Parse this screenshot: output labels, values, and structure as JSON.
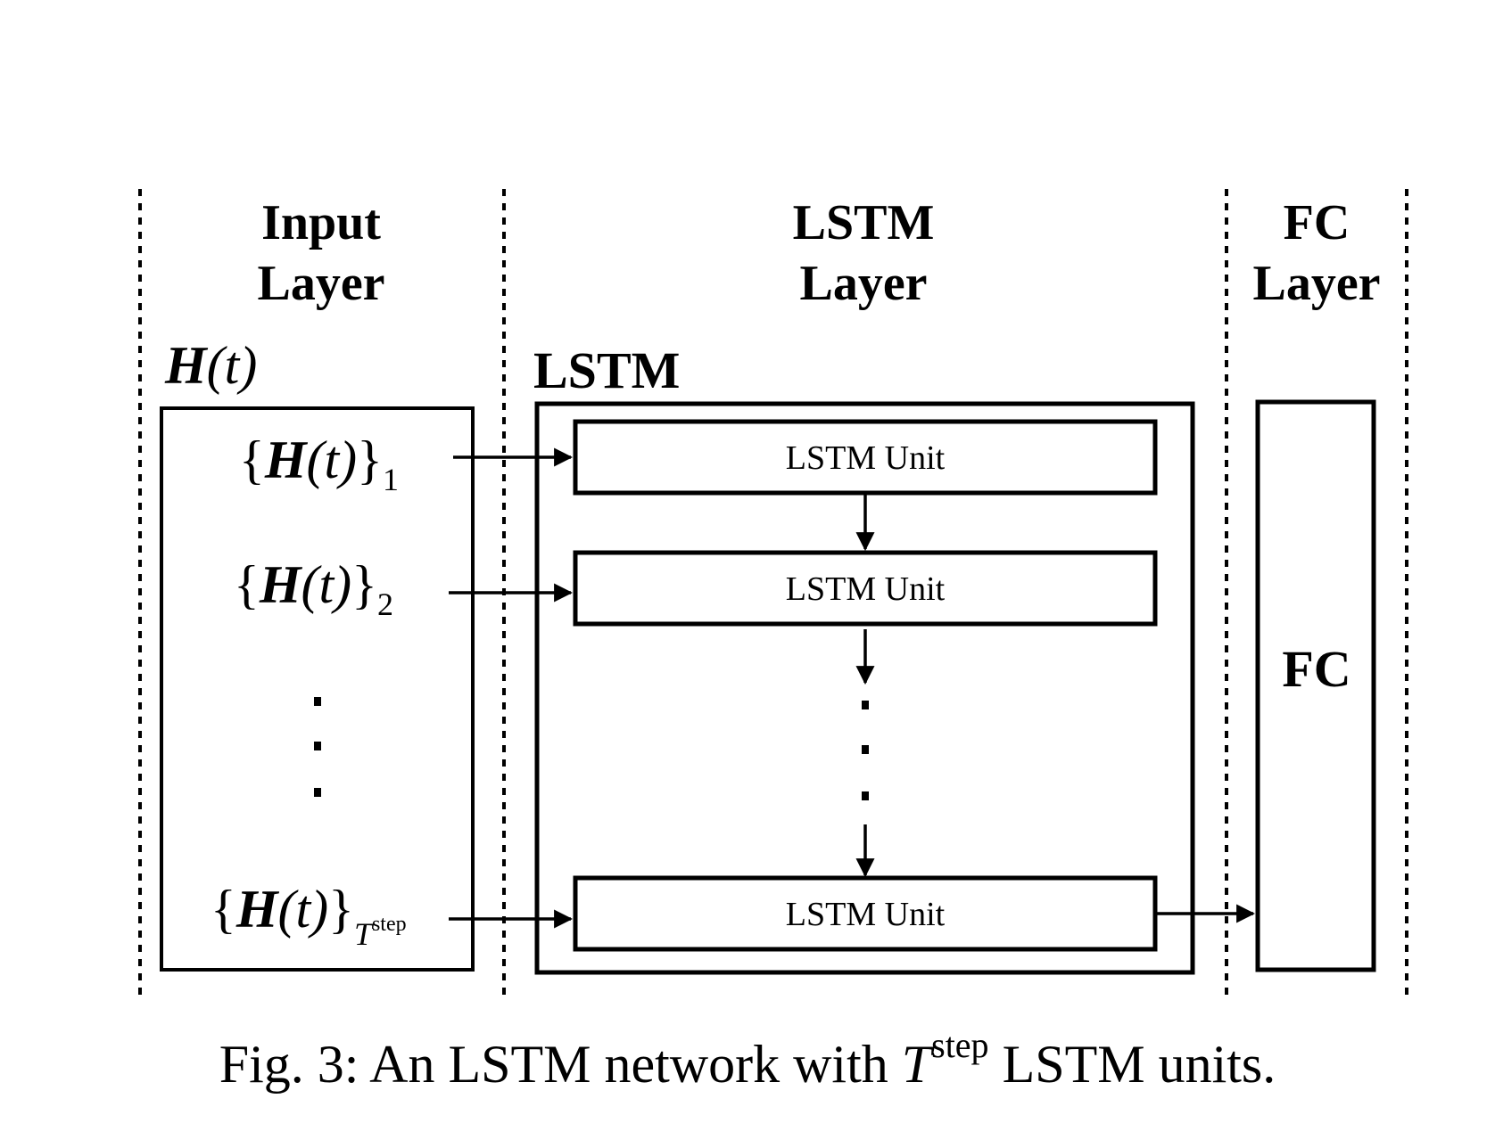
{
  "headers": {
    "input_line1": "Input",
    "input_line2": "Layer",
    "lstm_line1": "LSTM",
    "lstm_line2": "Layer",
    "fc_line1": "FC",
    "fc_line2": "Layer"
  },
  "input_block": {
    "label_symbol": "H",
    "label_arg": "(t)",
    "items": [
      {
        "open": "{",
        "symbol": "H",
        "arg": "(t)",
        "close": "}",
        "subscript": "1"
      },
      {
        "open": "{",
        "symbol": "H",
        "arg": "(t)",
        "close": "}",
        "subscript": "2"
      },
      {
        "open": "{",
        "symbol": "H",
        "arg": "(t)",
        "close": "}",
        "subscript_base": "T",
        "subscript_sup": "step"
      }
    ]
  },
  "lstm_block": {
    "label": "LSTM",
    "units": [
      "LSTM Unit",
      "LSTM Unit",
      "LSTM Unit"
    ]
  },
  "fc_block": {
    "label": "FC"
  },
  "caption": {
    "prefix": "Fig. 3: An LSTM network with ",
    "var": "T",
    "sup": "step",
    "suffix": " LSTM units."
  }
}
